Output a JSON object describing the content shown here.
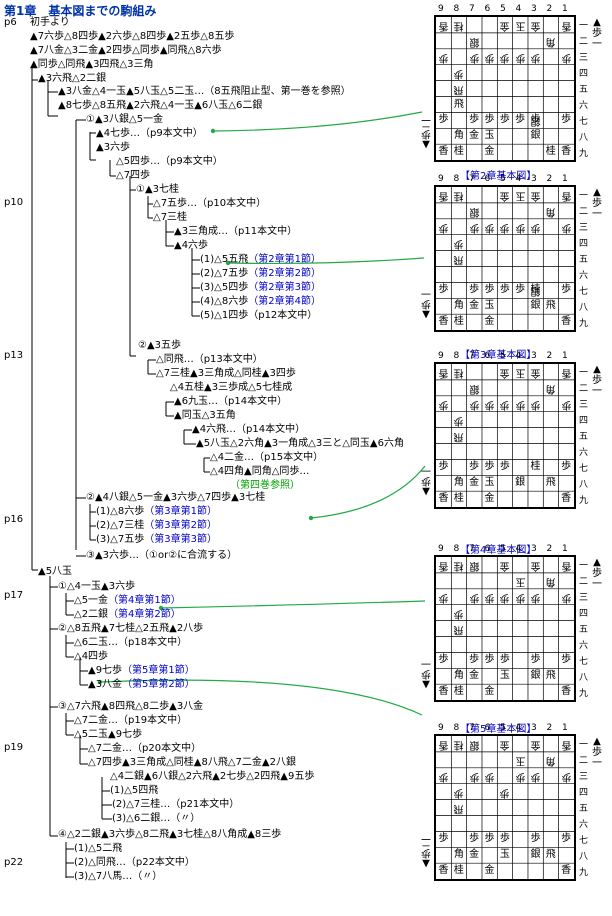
{
  "title": "第1章　基本図までの駒組み",
  "pages": [
    "p6",
    "p10",
    "p13",
    "p16",
    "p17",
    "p19",
    "p22"
  ],
  "lines": [
    "初手より",
    "▲7六歩△8四歩▲2六歩△8四歩▲2五歩△8五歩",
    "▲7八金△3二金▲2四歩△同歩▲同飛△8六歩",
    "▲同歩△同飛▲3四飛△3三角",
    "▲3六飛△2二銀",
    "▲3八金△4一玉▲5八玉△5二玉…（8五飛阻止型、第一巻を参照）",
    "▲8七歩△8五飛▲2六飛△4一玉▲6八玉△6二銀",
    "①▲3八銀△5一金",
    "▲4七歩…（p9本文中）",
    "▲3六歩",
    "△5四歩…（p9本文中）",
    "△7四歩",
    "①▲3七桂",
    "△7五歩…（p10本文中）",
    "△7三桂",
    "▲3三角成…（p11本文中）",
    "▲4六歩",
    "(1)△5五飛（第2章第1節）",
    "(2)△7五歩（第2章第2節）",
    "(3)△5四歩（第2章第3節）",
    "(4)△8六歩（第2章第4節）",
    "(5)△1四歩（p12本文中）",
    "②▲3五歩",
    "△同飛…（p13本文中）",
    "△7三桂▲3三角成△同桂▲3四歩",
    "△4五桂▲3三歩成△5七桂成",
    "▲6九玉…（p14本文中）",
    "▲同玉△3五角",
    "▲4六飛…（p14本文中）",
    "▲5八玉△2六角▲3一角成△3三と△同玉▲6六角",
    "△4二金…（p15本文中）",
    "△4四角▲同角△同歩…",
    "（第四巻参照）",
    "②▲4八銀△5一金▲3六歩△7四歩▲3七桂",
    "(1)△8六歩（第3章第1節）",
    "(2)△7三桂（第3章第2節）",
    "(3)△7五歩（第3章第3節）",
    "③▲3六歩…（①or②に合流する）",
    "▲5八玉",
    "①△4一玉▲3六歩",
    "△5一金（第4章第1節）",
    "△2二銀（第4章第2節）",
    "②△8五飛▲7七桂△2五飛▲2八歩",
    "△6二玉…（p18本文中）",
    "△4四歩",
    "▲9七歩（第5章第1節）",
    "▲3八金（第5章第2節）",
    "③△7六飛▲8四飛△8二歩▲3八金",
    "△7二金…（p19本文中）",
    "△5二玉▲9七歩",
    "△7二金…（p20本文中）",
    "△7四歩▲3三角成△同桂▲8八飛△7二金▲2八銀",
    "△4二銀▲6八銀△2六飛▲2七歩△2四飛▲9五歩",
    "(1)△5四飛",
    "(2)△7三桂…（p21本文中）",
    "(3)△6二銀…（〃）",
    "④△2二銀▲3六歩△8二飛▲3七桂△8八角成▲8三歩",
    "(1)△5二飛",
    "(2)△同飛…（p22本文中）",
    "(3)△7八馬…（〃）"
  ],
  "boards": [
    {
      "title": "",
      "files": [
        "9",
        "8",
        "7",
        "6",
        "5",
        "4",
        "3",
        "2",
        "1"
      ],
      "ranks": [
        "一",
        "二",
        "三",
        "四",
        "五",
        "六",
        "七",
        "八",
        "九"
      ],
      "gote_hand": "▲歩一",
      "sente_hand": "▲歩二",
      "gote": [
        [
          "香",
          0,
          0
        ],
        [
          "桂",
          0,
          1
        ],
        [
          "金",
          0,
          4
        ],
        [
          "玉",
          0,
          5
        ],
        [
          "金",
          0,
          6
        ],
        [
          "香",
          0,
          8
        ],
        [
          "銀",
          1,
          2
        ],
        [
          "角",
          1,
          7
        ],
        [
          "歩",
          2,
          0
        ],
        [
          "歩",
          2,
          2
        ],
        [
          "歩",
          2,
          3
        ],
        [
          "歩",
          2,
          4
        ],
        [
          "歩",
          2,
          5
        ],
        [
          "歩",
          2,
          6
        ],
        [
          "歩",
          2,
          8
        ],
        [
          "歩",
          3,
          1
        ],
        [
          "飛",
          4,
          1
        ],
        [
          "銀",
          6,
          6
        ]
      ],
      "sente": [
        [
          "飛",
          5,
          1
        ],
        [
          "歩",
          6,
          0
        ],
        [
          "歩",
          6,
          2
        ],
        [
          "歩",
          6,
          3
        ],
        [
          "歩",
          6,
          4
        ],
        [
          "歩",
          6,
          5
        ],
        [
          "歩",
          6,
          6
        ],
        [
          "歩",
          6,
          8
        ],
        [
          "角",
          7,
          1
        ],
        [
          "金",
          7,
          2
        ],
        [
          "玉",
          7,
          3
        ],
        [
          "銀",
          7,
          6
        ],
        [
          "香",
          8,
          0
        ],
        [
          "桂",
          8,
          1
        ],
        [
          "金",
          8,
          3
        ],
        [
          "桂",
          8,
          7
        ],
        [
          "香",
          8,
          8
        ]
      ]
    },
    {
      "title": "【第2章基本図】",
      "files": [
        "9",
        "8",
        "7",
        "6",
        "5",
        "4",
        "3",
        "2",
        "1"
      ],
      "ranks": [
        "一",
        "二",
        "三",
        "四",
        "五",
        "六",
        "七",
        "八",
        "九"
      ],
      "gote_hand": "▲歩一",
      "sente_hand": "▲歩一",
      "gote": [
        [
          "香",
          0,
          0
        ],
        [
          "桂",
          0,
          1
        ],
        [
          "金",
          0,
          4
        ],
        [
          "玉",
          0,
          5
        ],
        [
          "金",
          0,
          6
        ],
        [
          "香",
          0,
          8
        ],
        [
          "銀",
          1,
          2
        ],
        [
          "角",
          1,
          7
        ],
        [
          "歩",
          2,
          0
        ],
        [
          "歩",
          2,
          2
        ],
        [
          "歩",
          2,
          3
        ],
        [
          "歩",
          2,
          4
        ],
        [
          "歩",
          2,
          5
        ],
        [
          "歩",
          2,
          6
        ],
        [
          "歩",
          2,
          8
        ],
        [
          "歩",
          3,
          1
        ],
        [
          "飛",
          4,
          1
        ],
        [
          "銀",
          6,
          6
        ]
      ],
      "sente": [
        [
          "歩",
          6,
          0
        ],
        [
          "歩",
          6,
          2
        ],
        [
          "歩",
          6,
          3
        ],
        [
          "歩",
          6,
          4
        ],
        [
          "歩",
          6,
          5
        ],
        [
          "桂",
          6,
          6
        ],
        [
          "歩",
          6,
          8
        ],
        [
          "角",
          7,
          1
        ],
        [
          "金",
          7,
          2
        ],
        [
          "玉",
          7,
          3
        ],
        [
          "銀",
          7,
          6
        ],
        [
          "飛",
          7,
          7
        ],
        [
          "香",
          8,
          0
        ],
        [
          "桂",
          8,
          1
        ],
        [
          "金",
          8,
          3
        ],
        [
          "香",
          8,
          8
        ]
      ]
    },
    {
      "title": "【第3章基本図】",
      "files": [
        "9",
        "8",
        "7",
        "6",
        "5",
        "4",
        "3",
        "2",
        "1"
      ],
      "ranks": [
        "一",
        "二",
        "三",
        "四",
        "五",
        "六",
        "七",
        "八",
        "九"
      ],
      "gote_hand": "▲歩一",
      "sente_hand": "▲歩一",
      "gote": [
        [
          "香",
          0,
          0
        ],
        [
          "桂",
          0,
          1
        ],
        [
          "金",
          0,
          4
        ],
        [
          "玉",
          0,
          5
        ],
        [
          "金",
          0,
          6
        ],
        [
          "香",
          0,
          8
        ],
        [
          "銀",
          1,
          2
        ],
        [
          "角",
          1,
          7
        ],
        [
          "歩",
          2,
          0
        ],
        [
          "歩",
          2,
          2
        ],
        [
          "歩",
          2,
          3
        ],
        [
          "歩",
          2,
          4
        ],
        [
          "歩",
          2,
          5
        ],
        [
          "歩",
          2,
          6
        ],
        [
          "歩",
          2,
          8
        ],
        [
          "歩",
          3,
          1
        ],
        [
          "飛",
          4,
          1
        ]
      ],
      "sente": [
        [
          "歩",
          6,
          0
        ],
        [
          "歩",
          6,
          2
        ],
        [
          "歩",
          6,
          3
        ],
        [
          "歩",
          6,
          4
        ],
        [
          "桂",
          6,
          6
        ],
        [
          "歩",
          6,
          8
        ],
        [
          "角",
          7,
          1
        ],
        [
          "金",
          7,
          2
        ],
        [
          "玉",
          7,
          3
        ],
        [
          "銀",
          7,
          5
        ],
        [
          "飛",
          7,
          7
        ],
        [
          "香",
          8,
          0
        ],
        [
          "桂",
          8,
          1
        ],
        [
          "金",
          8,
          3
        ],
        [
          "香",
          8,
          8
        ]
      ]
    },
    {
      "title": "【第4章基本図】",
      "files": [
        "9",
        "8",
        "7",
        "6",
        "5",
        "4",
        "3",
        "2",
        "1"
      ],
      "ranks": [
        "一",
        "二",
        "三",
        "四",
        "五",
        "六",
        "七",
        "八",
        "九"
      ],
      "gote_hand": "▲歩一",
      "sente_hand": "▲歩一",
      "gote": [
        [
          "香",
          0,
          0
        ],
        [
          "桂",
          0,
          1
        ],
        [
          "銀",
          0,
          2
        ],
        [
          "金",
          0,
          4
        ],
        [
          "金",
          0,
          6
        ],
        [
          "香",
          0,
          8
        ],
        [
          "玉",
          1,
          5
        ],
        [
          "角",
          1,
          7
        ],
        [
          "歩",
          2,
          0
        ],
        [
          "歩",
          2,
          2
        ],
        [
          "歩",
          2,
          3
        ],
        [
          "歩",
          2,
          4
        ],
        [
          "歩",
          2,
          5
        ],
        [
          "歩",
          2,
          6
        ],
        [
          "歩",
          2,
          8
        ],
        [
          "歩",
          3,
          1
        ],
        [
          "飛",
          4,
          1
        ]
      ],
      "sente": [
        [
          "歩",
          6,
          0
        ],
        [
          "歩",
          6,
          2
        ],
        [
          "歩",
          6,
          3
        ],
        [
          "歩",
          6,
          4
        ],
        [
          "歩",
          6,
          6
        ],
        [
          "歩",
          6,
          8
        ],
        [
          "角",
          7,
          1
        ],
        [
          "金",
          7,
          2
        ],
        [
          "玉",
          7,
          4
        ],
        [
          "銀",
          7,
          6
        ],
        [
          "飛",
          7,
          7
        ],
        [
          "香",
          8,
          0
        ],
        [
          "桂",
          8,
          1
        ],
        [
          "金",
          8,
          3
        ],
        [
          "香",
          8,
          8
        ]
      ]
    },
    {
      "title": "【第5章基本図】",
      "files": [
        "9",
        "8",
        "7",
        "6",
        "5",
        "4",
        "3",
        "2",
        "1"
      ],
      "ranks": [
        "一",
        "二",
        "三",
        "四",
        "五",
        "六",
        "七",
        "八",
        "九"
      ],
      "gote_hand": "▲歩一",
      "sente_hand": "▲歩二",
      "gote": [
        [
          "香",
          0,
          0
        ],
        [
          "桂",
          0,
          1
        ],
        [
          "銀",
          0,
          2
        ],
        [
          "金",
          0,
          4
        ],
        [
          "金",
          0,
          6
        ],
        [
          "香",
          0,
          8
        ],
        [
          "玉",
          1,
          5
        ],
        [
          "角",
          1,
          7
        ],
        [
          "歩",
          2,
          0
        ],
        [
          "歩",
          2,
          2
        ],
        [
          "歩",
          2,
          3
        ],
        [
          "歩",
          2,
          5
        ],
        [
          "歩",
          2,
          6
        ],
        [
          "歩",
          2,
          8
        ],
        [
          "歩",
          3,
          1
        ],
        [
          "歩",
          3,
          4
        ],
        [
          "飛",
          4,
          1
        ]
      ],
      "sente": [
        [
          "歩",
          6,
          0
        ],
        [
          "歩",
          6,
          2
        ],
        [
          "歩",
          6,
          3
        ],
        [
          "歩",
          6,
          4
        ],
        [
          "歩",
          6,
          6
        ],
        [
          "歩",
          6,
          8
        ],
        [
          "角",
          7,
          1
        ],
        [
          "金",
          7,
          2
        ],
        [
          "玉",
          7,
          4
        ],
        [
          "銀",
          7,
          6
        ],
        [
          "飛",
          7,
          7
        ],
        [
          "香",
          8,
          0
        ],
        [
          "桂",
          8,
          1
        ],
        [
          "金",
          8,
          3
        ],
        [
          "香",
          8,
          8
        ]
      ]
    }
  ]
}
